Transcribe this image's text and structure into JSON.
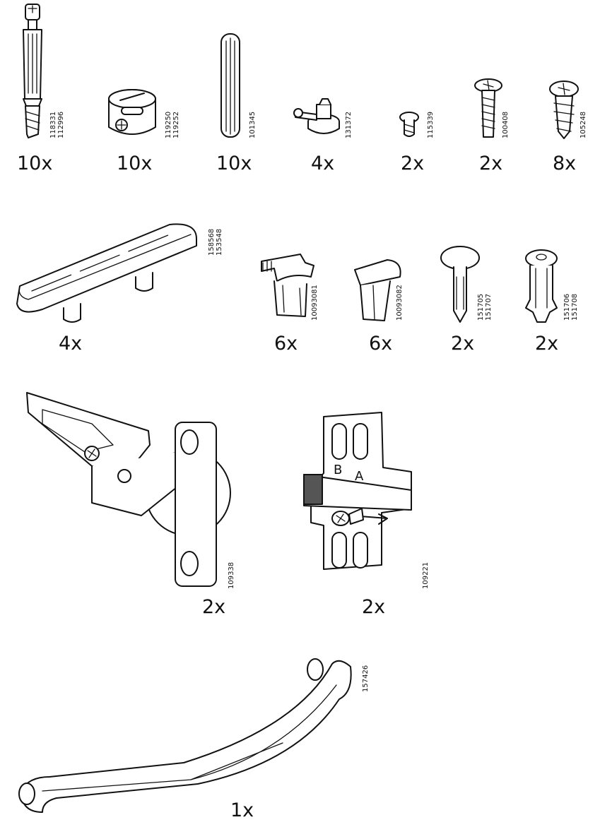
{
  "parts": {
    "cam_bolt": {
      "qty": "10x",
      "codes": [
        "118331",
        "112996"
      ]
    },
    "cam_lock": {
      "qty": "10x",
      "codes": [
        "119250",
        "119252"
      ]
    },
    "dowel": {
      "qty": "10x",
      "codes": [
        "101345"
      ]
    },
    "connector": {
      "qty": "4x",
      "codes": [
        "131372"
      ]
    },
    "small_screw": {
      "qty": "2x",
      "codes": [
        "115339"
      ]
    },
    "machine_screw": {
      "qty": "2x",
      "codes": [
        "100408"
      ]
    },
    "wood_screw": {
      "qty": "8x",
      "codes": [
        "105248"
      ]
    },
    "shelf_support": {
      "qty": "4x",
      "codes": [
        "158568",
        "153548"
      ]
    },
    "clip_a": {
      "qty": "6x",
      "codes": [
        "10093081"
      ]
    },
    "clip_b": {
      "qty": "6x",
      "codes": [
        "10093082"
      ]
    },
    "plug_cap": {
      "qty": "2x",
      "codes": [
        "151705",
        "151707"
      ]
    },
    "expansion_plug": {
      "qty": "2x",
      "codes": [
        "151706",
        "151708"
      ]
    },
    "hinge": {
      "qty": "2x",
      "codes": [
        "109338"
      ]
    },
    "mounting_plate": {
      "qty": "2x",
      "codes": [
        "109221"
      ],
      "label_b": "B",
      "label_a": "A"
    },
    "handle": {
      "qty": "1x",
      "codes": [
        "157426"
      ]
    }
  }
}
